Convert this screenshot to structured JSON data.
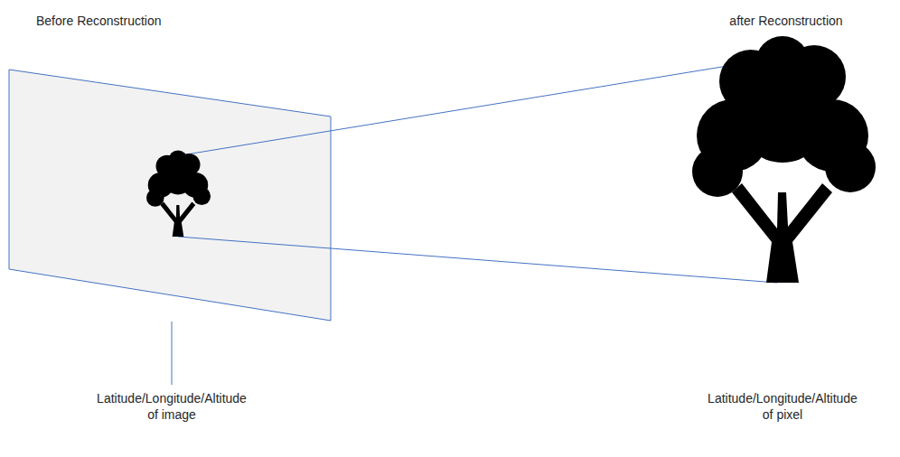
{
  "diagram": {
    "labels": [
      "Before Reconstruction",
      "after Reconstruction",
      "Latitude/Longitude/Altitude of image",
      "Latitude/Longitude/Altitude of pixel"
    ]
  }
}
